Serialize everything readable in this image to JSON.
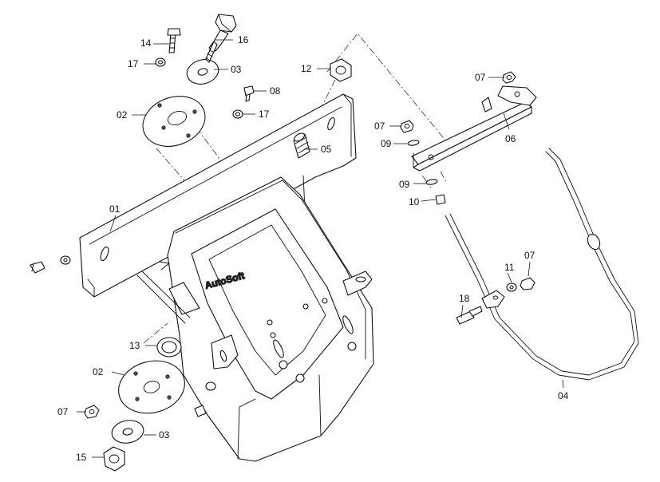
{
  "watermark": "AutoSoft",
  "labels": {
    "l01": "01",
    "l02a": "02",
    "l02b": "02",
    "l03a": "03",
    "l03b": "03",
    "l04": "04",
    "l05": "05",
    "l06": "06",
    "l07a": "07",
    "l07b": "07",
    "l07c": "07",
    "l07d": "07",
    "l08": "08",
    "l09a": "09",
    "l09b": "09",
    "l10": "10",
    "l11": "11",
    "l12": "12",
    "l13": "13",
    "l14": "14",
    "l15": "15",
    "l16": "16",
    "l17a": "17",
    "l17b": "17",
    "l18": "18"
  }
}
